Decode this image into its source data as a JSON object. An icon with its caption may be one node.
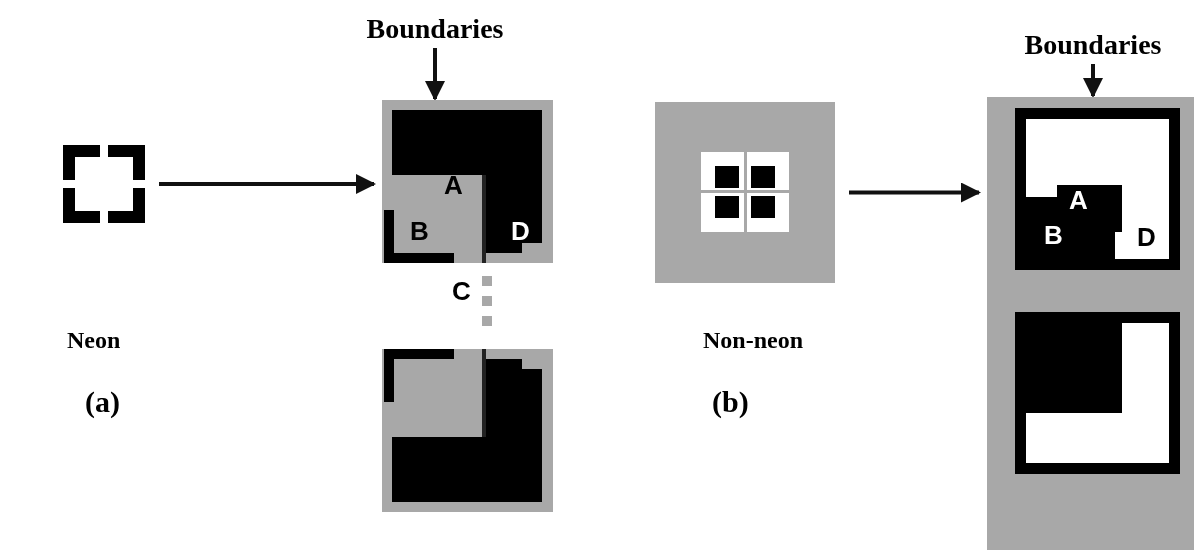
{
  "diagram": {
    "nodes": [
      {
        "text": [],
        "shape": "picture"
      },
      {
        "text": [
          "Boundaries"
        ]
      },
      {
        "text": [],
        "shape": "picture"
      },
      {
        "text": [],
        "shape": "picture"
      },
      {
        "text": [
          "Boundaries"
        ]
      },
      {
        "text": [],
        "shape": "picture"
      }
    ],
    "edges": [
      {
        "from": 0,
        "to": 2,
        "arrow": "to"
      },
      {
        "from": 1,
        "to": 2,
        "arrow": "to"
      },
      {
        "from": 3,
        "to": 5,
        "arrow": "to"
      },
      {
        "from": 4,
        "to": 5,
        "arrow": "to"
      }
    ],
    "labels": [
      "A",
      "B",
      "D",
      "C",
      "Neon",
      "(a)",
      "Non-neon",
      "(b)",
      "A",
      "B",
      "D"
    ]
  }
}
